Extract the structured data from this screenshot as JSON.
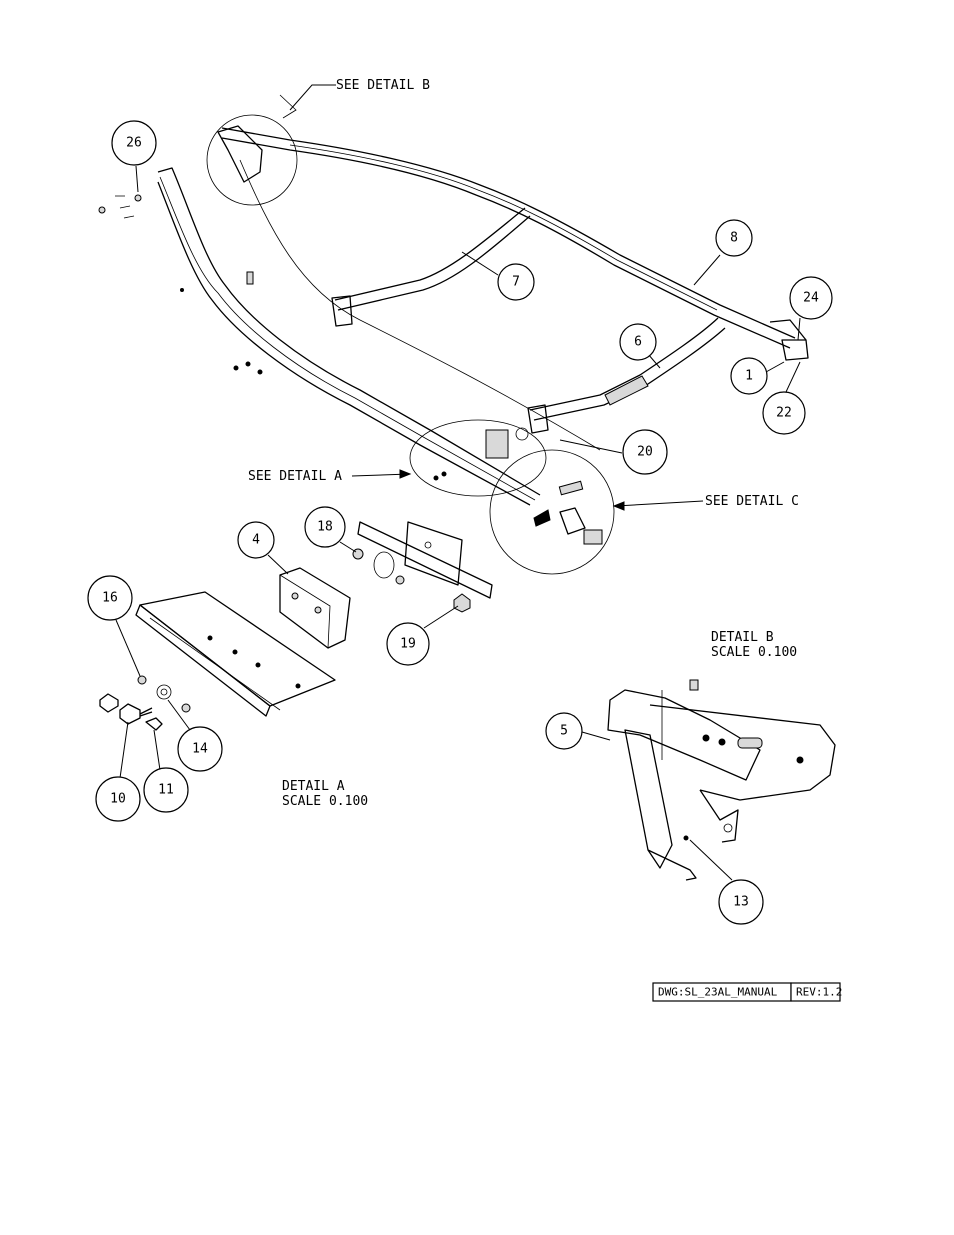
{
  "callouts": {
    "see_detail_b": "SEE DETAIL  B",
    "see_detail_a": "SEE DETAIL  A",
    "see_detail_c": "SEE DETAIL  C"
  },
  "balloons": {
    "b26": "26",
    "b8": "8",
    "b7": "7",
    "b24": "24",
    "b6": "6",
    "b1": "1",
    "b22": "22",
    "b20": "20",
    "b4": "4",
    "b18": "18",
    "b16": "16",
    "b19": "19",
    "b14": "14",
    "b10": "10",
    "b11": "11",
    "b5": "5",
    "b13": "13"
  },
  "detail_b": {
    "title": "DETAIL  B",
    "scale": "SCALE  0.100"
  },
  "detail_a": {
    "title": "DETAIL  A",
    "scale": "SCALE  0.100"
  },
  "title_block": {
    "dwg": "DWG:SL_23AL_MANUAL",
    "rev": "REV:1.2"
  }
}
